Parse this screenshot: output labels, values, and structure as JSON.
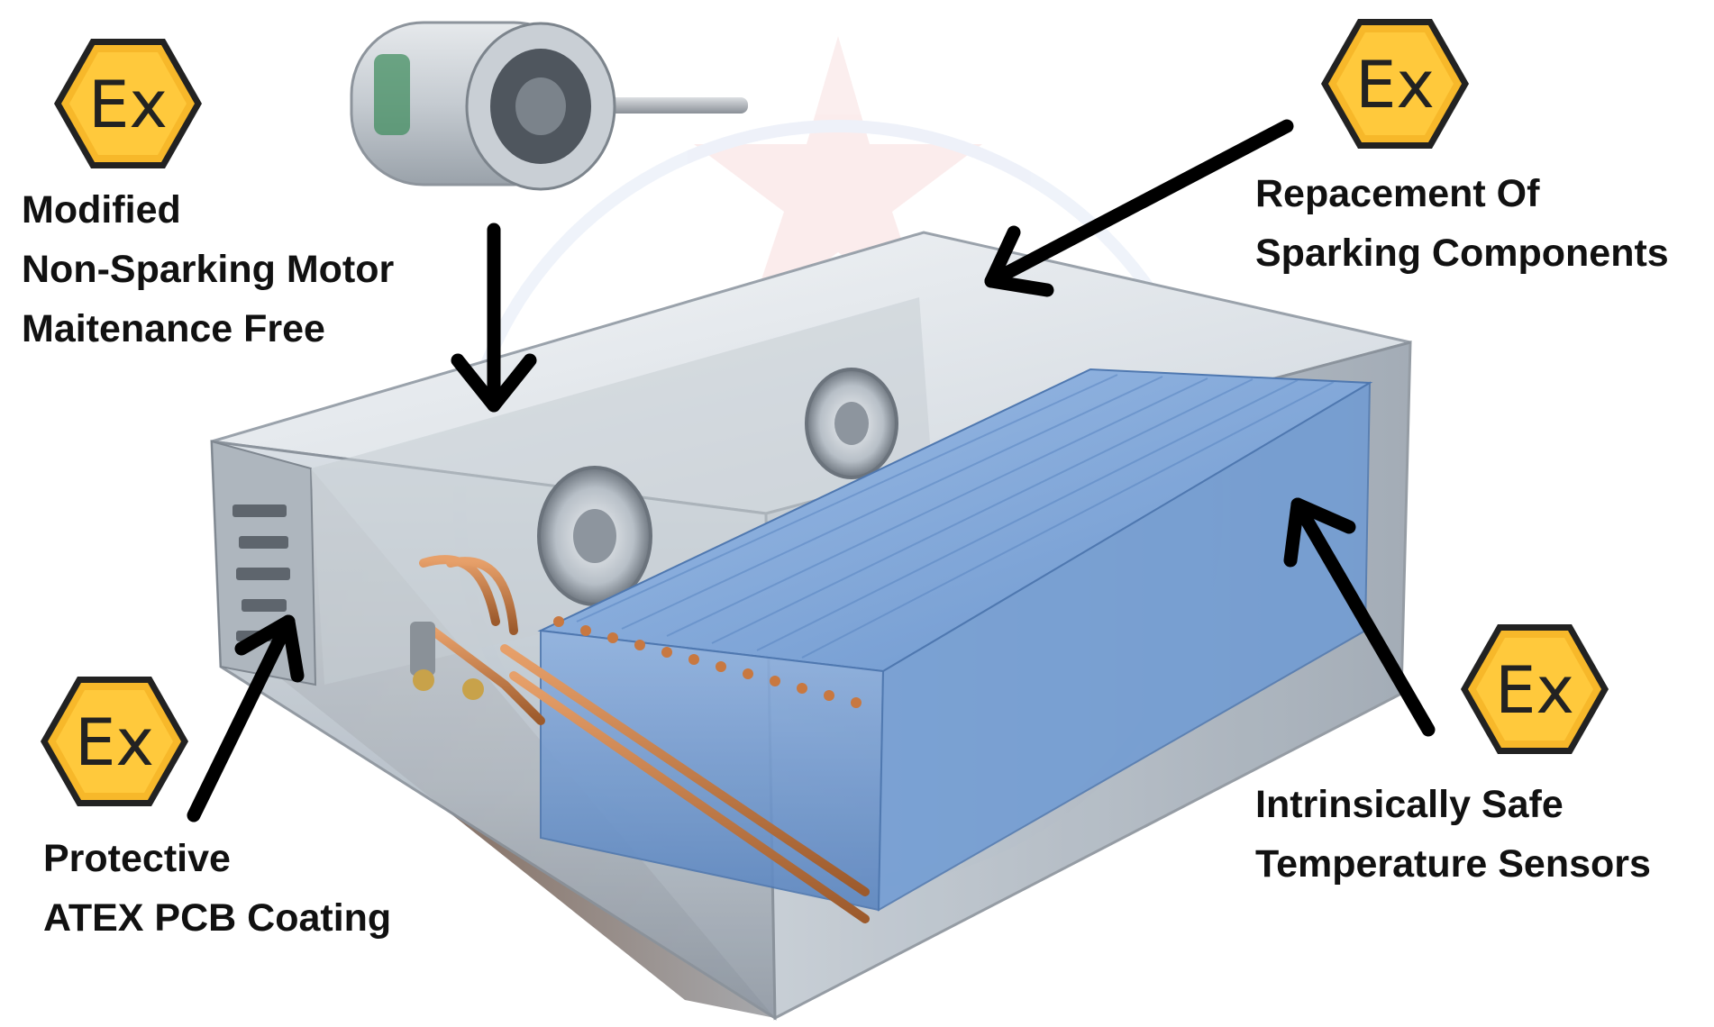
{
  "badge_text": "Ex",
  "colors": {
    "badge_fill": "#f7b82a",
    "badge_inner": "#ffc93c",
    "badge_border": "#222222",
    "coil_blue": "#7aa4d8",
    "copper": "#c87840",
    "arrow": "#000000"
  },
  "labels": {
    "motor": [
      "Modified",
      "Non-Sparking Motor",
      "Maitenance Free"
    ],
    "sparking": [
      "Repacement Of",
      "Sparking Components"
    ],
    "sensors": [
      "Intrinsically Safe",
      "Temperature Sensors"
    ],
    "pcb": [
      "Protective",
      "ATEX PCB Coating"
    ]
  },
  "icons": [
    "ex-hexagon-icon",
    "arrow-icon",
    "motor-image",
    "hvac-unit-image"
  ]
}
